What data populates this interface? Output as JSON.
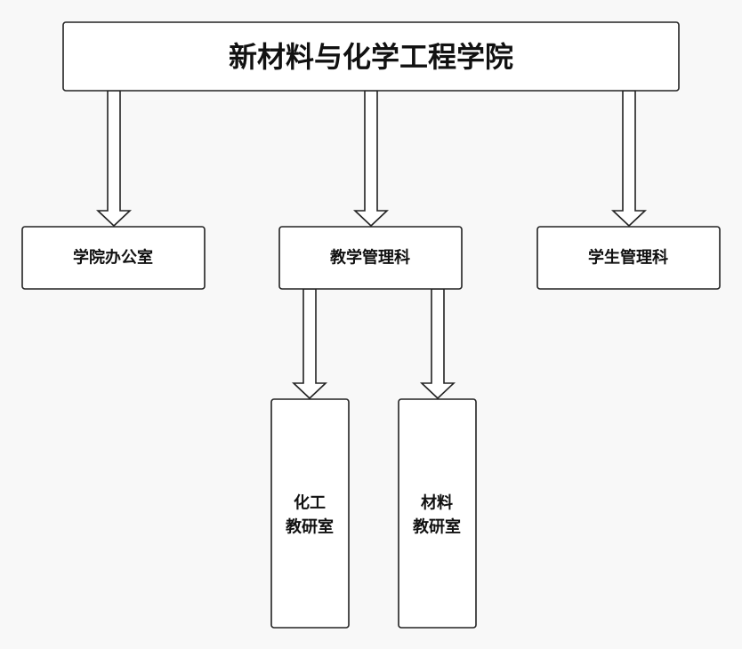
{
  "diagram": {
    "root": {
      "label": "新材料与化学工程学院"
    },
    "departments": [
      {
        "label": "学院办公室"
      },
      {
        "label": "教学管理科"
      },
      {
        "label": "学生管理科"
      }
    ],
    "subunits": [
      {
        "line1": "化工",
        "line2": "教研室"
      },
      {
        "line1": "材料",
        "line2": "教研室"
      }
    ]
  },
  "colors": {
    "background": "#f8f8f8",
    "box_fill": "#ffffff",
    "stroke": "#222222",
    "text": "#111111"
  }
}
